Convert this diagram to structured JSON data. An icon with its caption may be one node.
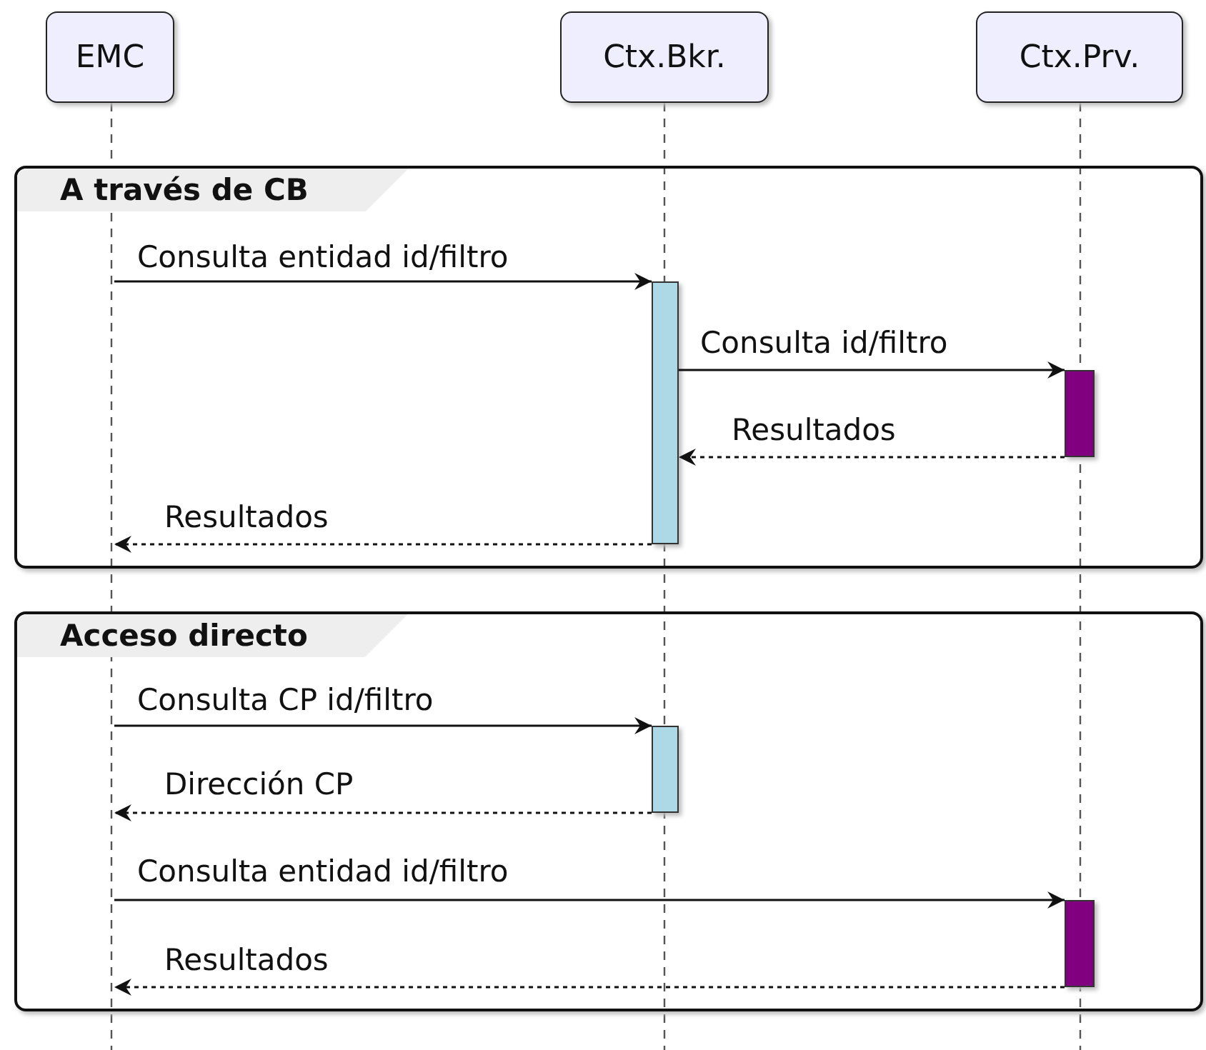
{
  "diagram": {
    "nodes": [
      {
        "text": [
          "EMC"
        ]
      },
      {
        "text": [
          "Ctx.Bkr."
        ]
      },
      {
        "text": [
          "Ctx.Prv."
        ]
      },
      {
        "text": [],
        "shape": "line"
      },
      {
        "text": [],
        "shape": "line"
      },
      {
        "text": [],
        "shape": "line"
      },
      {
        "text": [
          "A través de CB"
        ]
      },
      {
        "text": [],
        "shape": "bar",
        "in": 6
      },
      {
        "text": [],
        "shape": "bar",
        "in": 6
      },
      {
        "text": [
          "Acceso directo"
        ]
      },
      {
        "text": [],
        "shape": "bar",
        "in": 9
      },
      {
        "text": [],
        "shape": "bar",
        "in": 9
      }
    ],
    "edges": [
      {
        "from": 3,
        "to": 7,
        "arrow": "to",
        "label": "Consulta entidad id/filtro"
      },
      {
        "from": 7,
        "to": 8,
        "arrow": "to",
        "label": "Consulta id/filtro"
      },
      {
        "from": 8,
        "to": 7,
        "arrow": "to",
        "label": "Resultados",
        "style": "dashed"
      },
      {
        "from": 7,
        "to": 3,
        "arrow": "to",
        "label": "Resultados",
        "style": "dashed"
      },
      {
        "from": 3,
        "to": 10,
        "arrow": "to",
        "label": "Consulta CP id/filtro"
      },
      {
        "from": 10,
        "to": 3,
        "arrow": "to",
        "label": "Dirección CP",
        "style": "dashed"
      },
      {
        "from": 3,
        "to": 11,
        "arrow": "to",
        "label": "Consulta entidad id/filtro"
      },
      {
        "from": 11,
        "to": 3,
        "arrow": "to",
        "label": "Resultados",
        "style": "dashed"
      }
    ]
  }
}
